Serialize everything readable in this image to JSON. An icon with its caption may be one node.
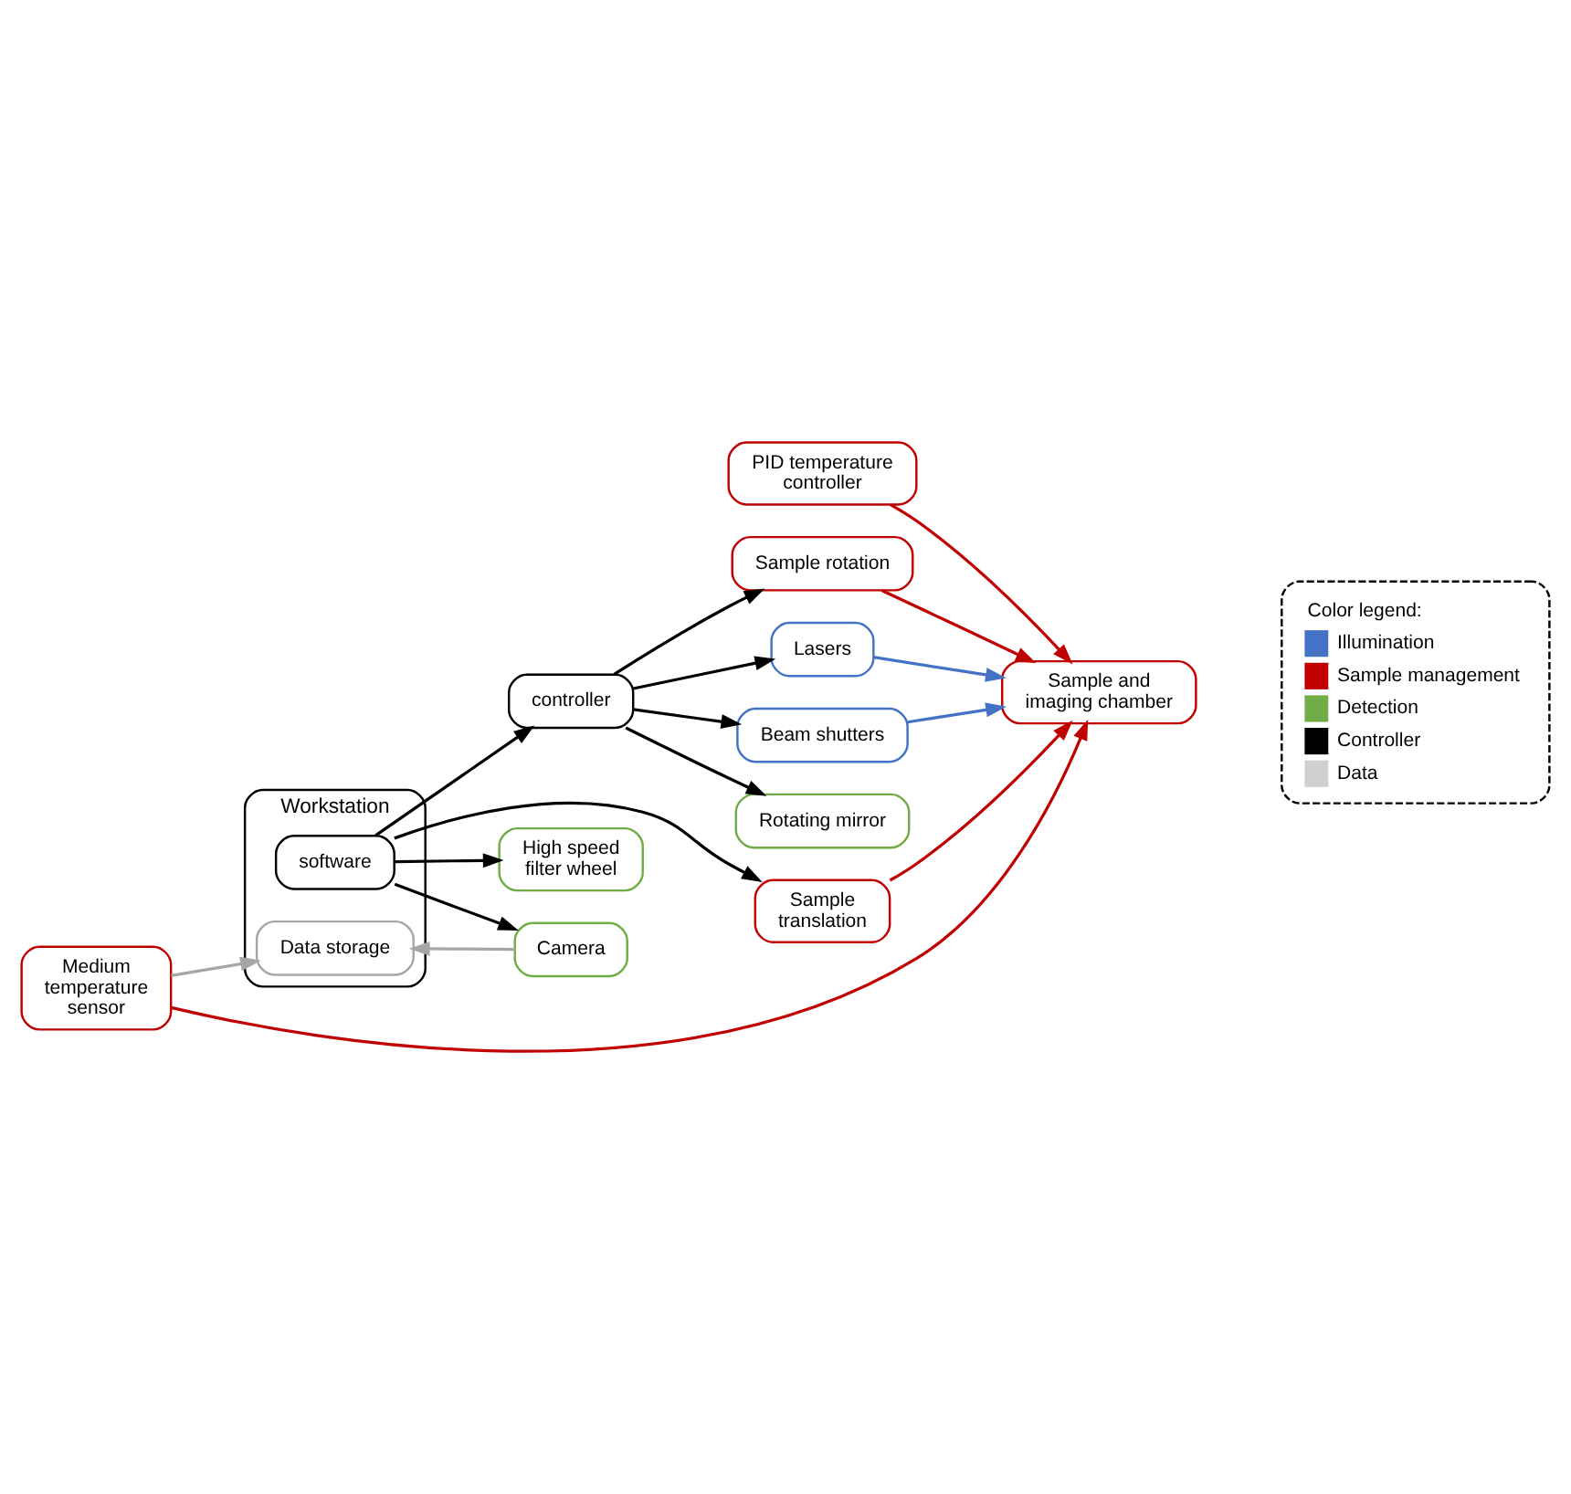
{
  "diagram": {
    "nodes": [
      {
        "text": [
          "Workstation"
        ]
      },
      {
        "text": [
          "software"
        ],
        "in": 0
      },
      {
        "text": [
          "Data storage"
        ],
        "in": 0
      },
      {
        "text": [
          "controller"
        ]
      },
      {
        "text": [
          "Sample rotation"
        ]
      },
      {
        "text": [
          "Lasers"
        ]
      },
      {
        "text": [
          "Beam shutters"
        ]
      },
      {
        "text": [
          "Rotating mirror"
        ]
      },
      {
        "text": [
          "Sample translation"
        ]
      },
      {
        "text": [
          "PID temperature controller"
        ]
      },
      {
        "text": [
          "Medium temperature sensor"
        ]
      },
      {
        "text": [
          "Sample and imaging chamber"
        ]
      },
      {
        "text": [
          "High speed filter wheel"
        ]
      },
      {
        "text": [
          "Camera"
        ]
      }
    ],
    "edges": [
      {
        "from": 1,
        "to": 3,
        "arrow": "to"
      },
      {
        "from": 3,
        "to": 4,
        "arrow": "to"
      },
      {
        "from": 3,
        "to": 5,
        "arrow": "to"
      },
      {
        "from": 3,
        "to": 6,
        "arrow": "to"
      },
      {
        "from": 3,
        "to": 7,
        "arrow": "to"
      },
      {
        "from": 1,
        "to": 8,
        "arrow": "to"
      },
      {
        "from": 1,
        "to": 12,
        "arrow": "to"
      },
      {
        "from": 1,
        "to": 13,
        "arrow": "to"
      },
      {
        "from": 4,
        "to": 11,
        "arrow": "to",
        "color": "#c00000"
      },
      {
        "from": 8,
        "to": 11,
        "arrow": "to",
        "color": "#c00000"
      },
      {
        "from": 9,
        "to": 11,
        "arrow": "to",
        "color": "#c00000"
      },
      {
        "from": 10,
        "to": 11,
        "arrow": "to",
        "color": "#c00000"
      },
      {
        "from": 5,
        "to": 11,
        "arrow": "to",
        "color": "#4472c4"
      },
      {
        "from": 6,
        "to": 11,
        "arrow": "to",
        "color": "#4472c4"
      },
      {
        "from": 10,
        "to": 2,
        "arrow": "to",
        "color": "#a6a6a6"
      },
      {
        "from": 13,
        "to": 2,
        "arrow": "to",
        "color": "#a6a6a6"
      }
    ],
    "labels": [
      "Color legend:"
    ],
    "legend": [
      {
        "text": "Illumination",
        "color": "#4472c4"
      },
      {
        "text": "Sample management",
        "color": "#c00000"
      },
      {
        "text": "Detection",
        "color": "#70ad47"
      },
      {
        "text": "Controller",
        "color": "#000000"
      },
      {
        "text": "Data",
        "color": "#d0d0d0"
      }
    ]
  }
}
